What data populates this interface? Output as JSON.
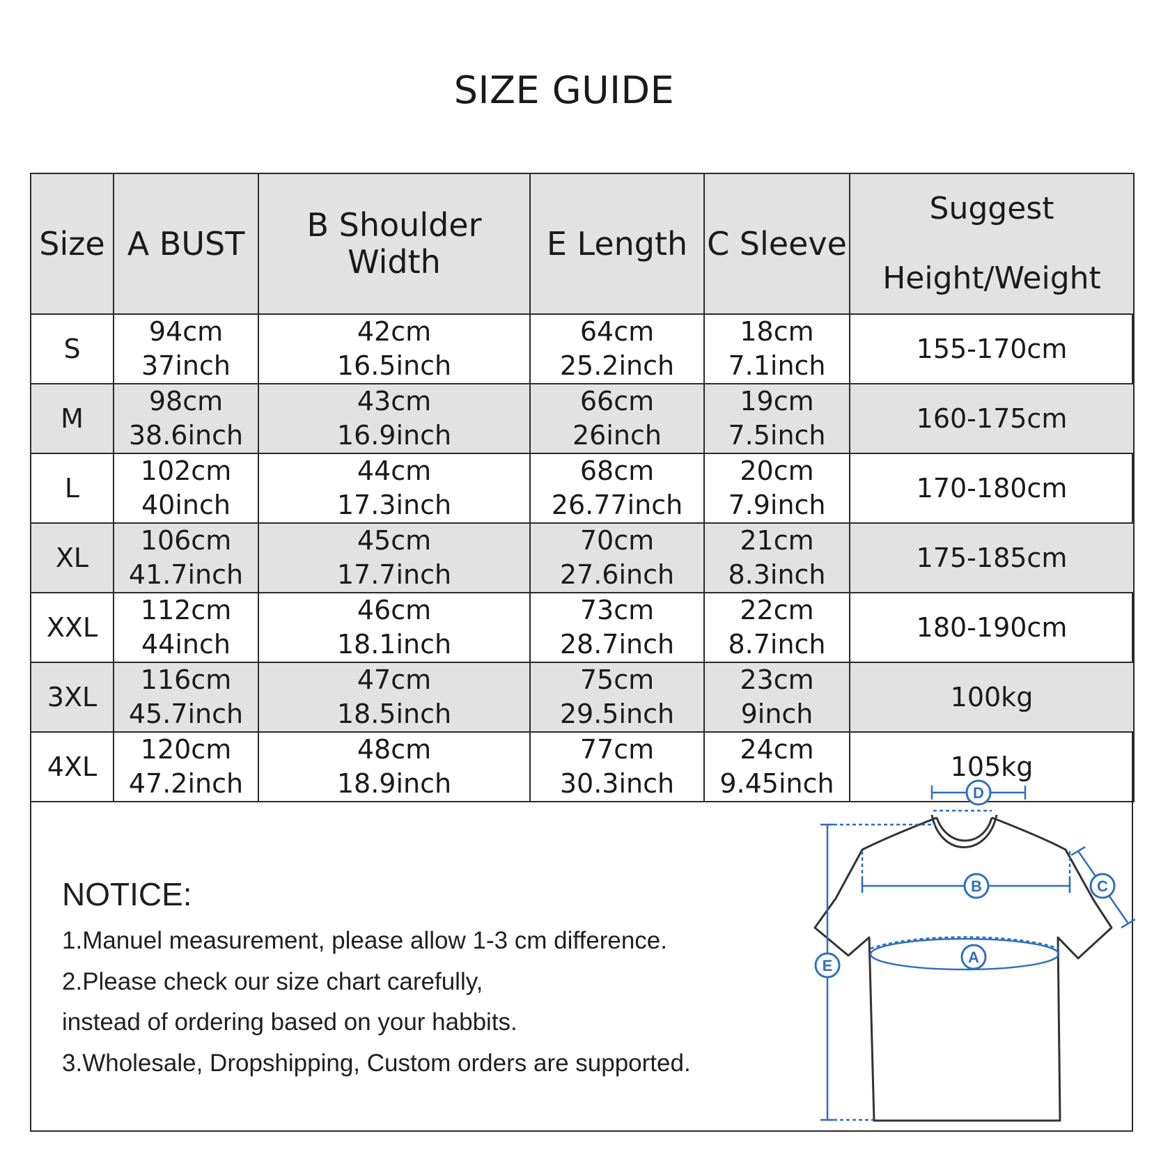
{
  "title": "SIZE GUIDE",
  "table": {
    "headers": {
      "size": "Size",
      "bust": "A BUST",
      "shoulder": "B Shoulder Width",
      "length": "E Length",
      "sleeve": "C Sleeve",
      "suggest_line1": "Suggest",
      "suggest_line2": "Height/Weight"
    },
    "rows": [
      {
        "size": "S",
        "bust_cm": "94cm",
        "bust_in": "37inch",
        "shoulder_cm": "42cm",
        "shoulder_in": "16.5inch",
        "length_cm": "64cm",
        "length_in": "25.2inch",
        "sleeve_cm": "18cm",
        "sleeve_in": "7.1inch",
        "suggest": "155-170cm"
      },
      {
        "size": "M",
        "bust_cm": "98cm",
        "bust_in": "38.6inch",
        "shoulder_cm": "43cm",
        "shoulder_in": "16.9inch",
        "length_cm": "66cm",
        "length_in": "26inch",
        "sleeve_cm": "19cm",
        "sleeve_in": "7.5inch",
        "suggest": "160-175cm"
      },
      {
        "size": "L",
        "bust_cm": "102cm",
        "bust_in": "40inch",
        "shoulder_cm": "44cm",
        "shoulder_in": "17.3inch",
        "length_cm": "68cm",
        "length_in": "26.77inch",
        "sleeve_cm": "20cm",
        "sleeve_in": "7.9inch",
        "suggest": "170-180cm"
      },
      {
        "size": "XL",
        "bust_cm": "106cm",
        "bust_in": "41.7inch",
        "shoulder_cm": "45cm",
        "shoulder_in": "17.7inch",
        "length_cm": "70cm",
        "length_in": "27.6inch",
        "sleeve_cm": "21cm",
        "sleeve_in": "8.3inch",
        "suggest": "175-185cm"
      },
      {
        "size": "XXL",
        "bust_cm": "112cm",
        "bust_in": "44inch",
        "shoulder_cm": "46cm",
        "shoulder_in": "18.1inch",
        "length_cm": "73cm",
        "length_in": "28.7inch",
        "sleeve_cm": "22cm",
        "sleeve_in": "8.7inch",
        "suggest": "180-190cm"
      },
      {
        "size": "3XL",
        "bust_cm": "116cm",
        "bust_in": "45.7inch",
        "shoulder_cm": "47cm",
        "shoulder_in": "18.5inch",
        "length_cm": "75cm",
        "length_in": "29.5inch",
        "sleeve_cm": "23cm",
        "sleeve_in": "9inch",
        "suggest": "100kg"
      },
      {
        "size": "4XL",
        "bust_cm": "120cm",
        "bust_in": "47.2inch",
        "shoulder_cm": "48cm",
        "shoulder_in": "18.9inch",
        "length_cm": "77cm",
        "length_in": "30.3inch",
        "sleeve_cm": "24cm",
        "sleeve_in": "9.45inch",
        "suggest": "105kg"
      }
    ]
  },
  "notice": {
    "heading": "NOTICE:",
    "lines": [
      "1.Manuel measurement, please allow 1-3 cm difference.",
      "2.Please check our size chart carefully,",
      "instead of ordering based on your habbits.",
      "3.Wholesale, Dropshipping, Custom orders are supported."
    ]
  },
  "diagram": {
    "labels": {
      "a": "A",
      "b": "B",
      "c": "C",
      "d": "D",
      "e": "E"
    },
    "accent_color": "#2f6fbd",
    "outline_color": "#333333"
  }
}
